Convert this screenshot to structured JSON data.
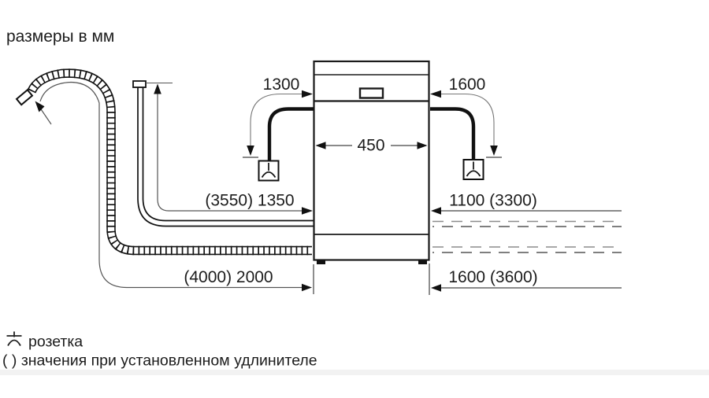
{
  "title": "размеры в мм",
  "dimensions": {
    "power_cord_left": "1300",
    "power_cord_right": "1600",
    "appliance_width": "450",
    "supply_hose_left": "(3550) 1350",
    "supply_hose_right": "1100 (3300)",
    "drain_hose_left": "(4000) 2000",
    "drain_hose_right": "1600 (3600)"
  },
  "legend": {
    "socket_label": "розетка",
    "extension_note": "( ) значения при установленном удлинителе"
  },
  "colors": {
    "ink": "#1a1a1a",
    "dim_line": "#555555",
    "background": "#ffffff"
  }
}
